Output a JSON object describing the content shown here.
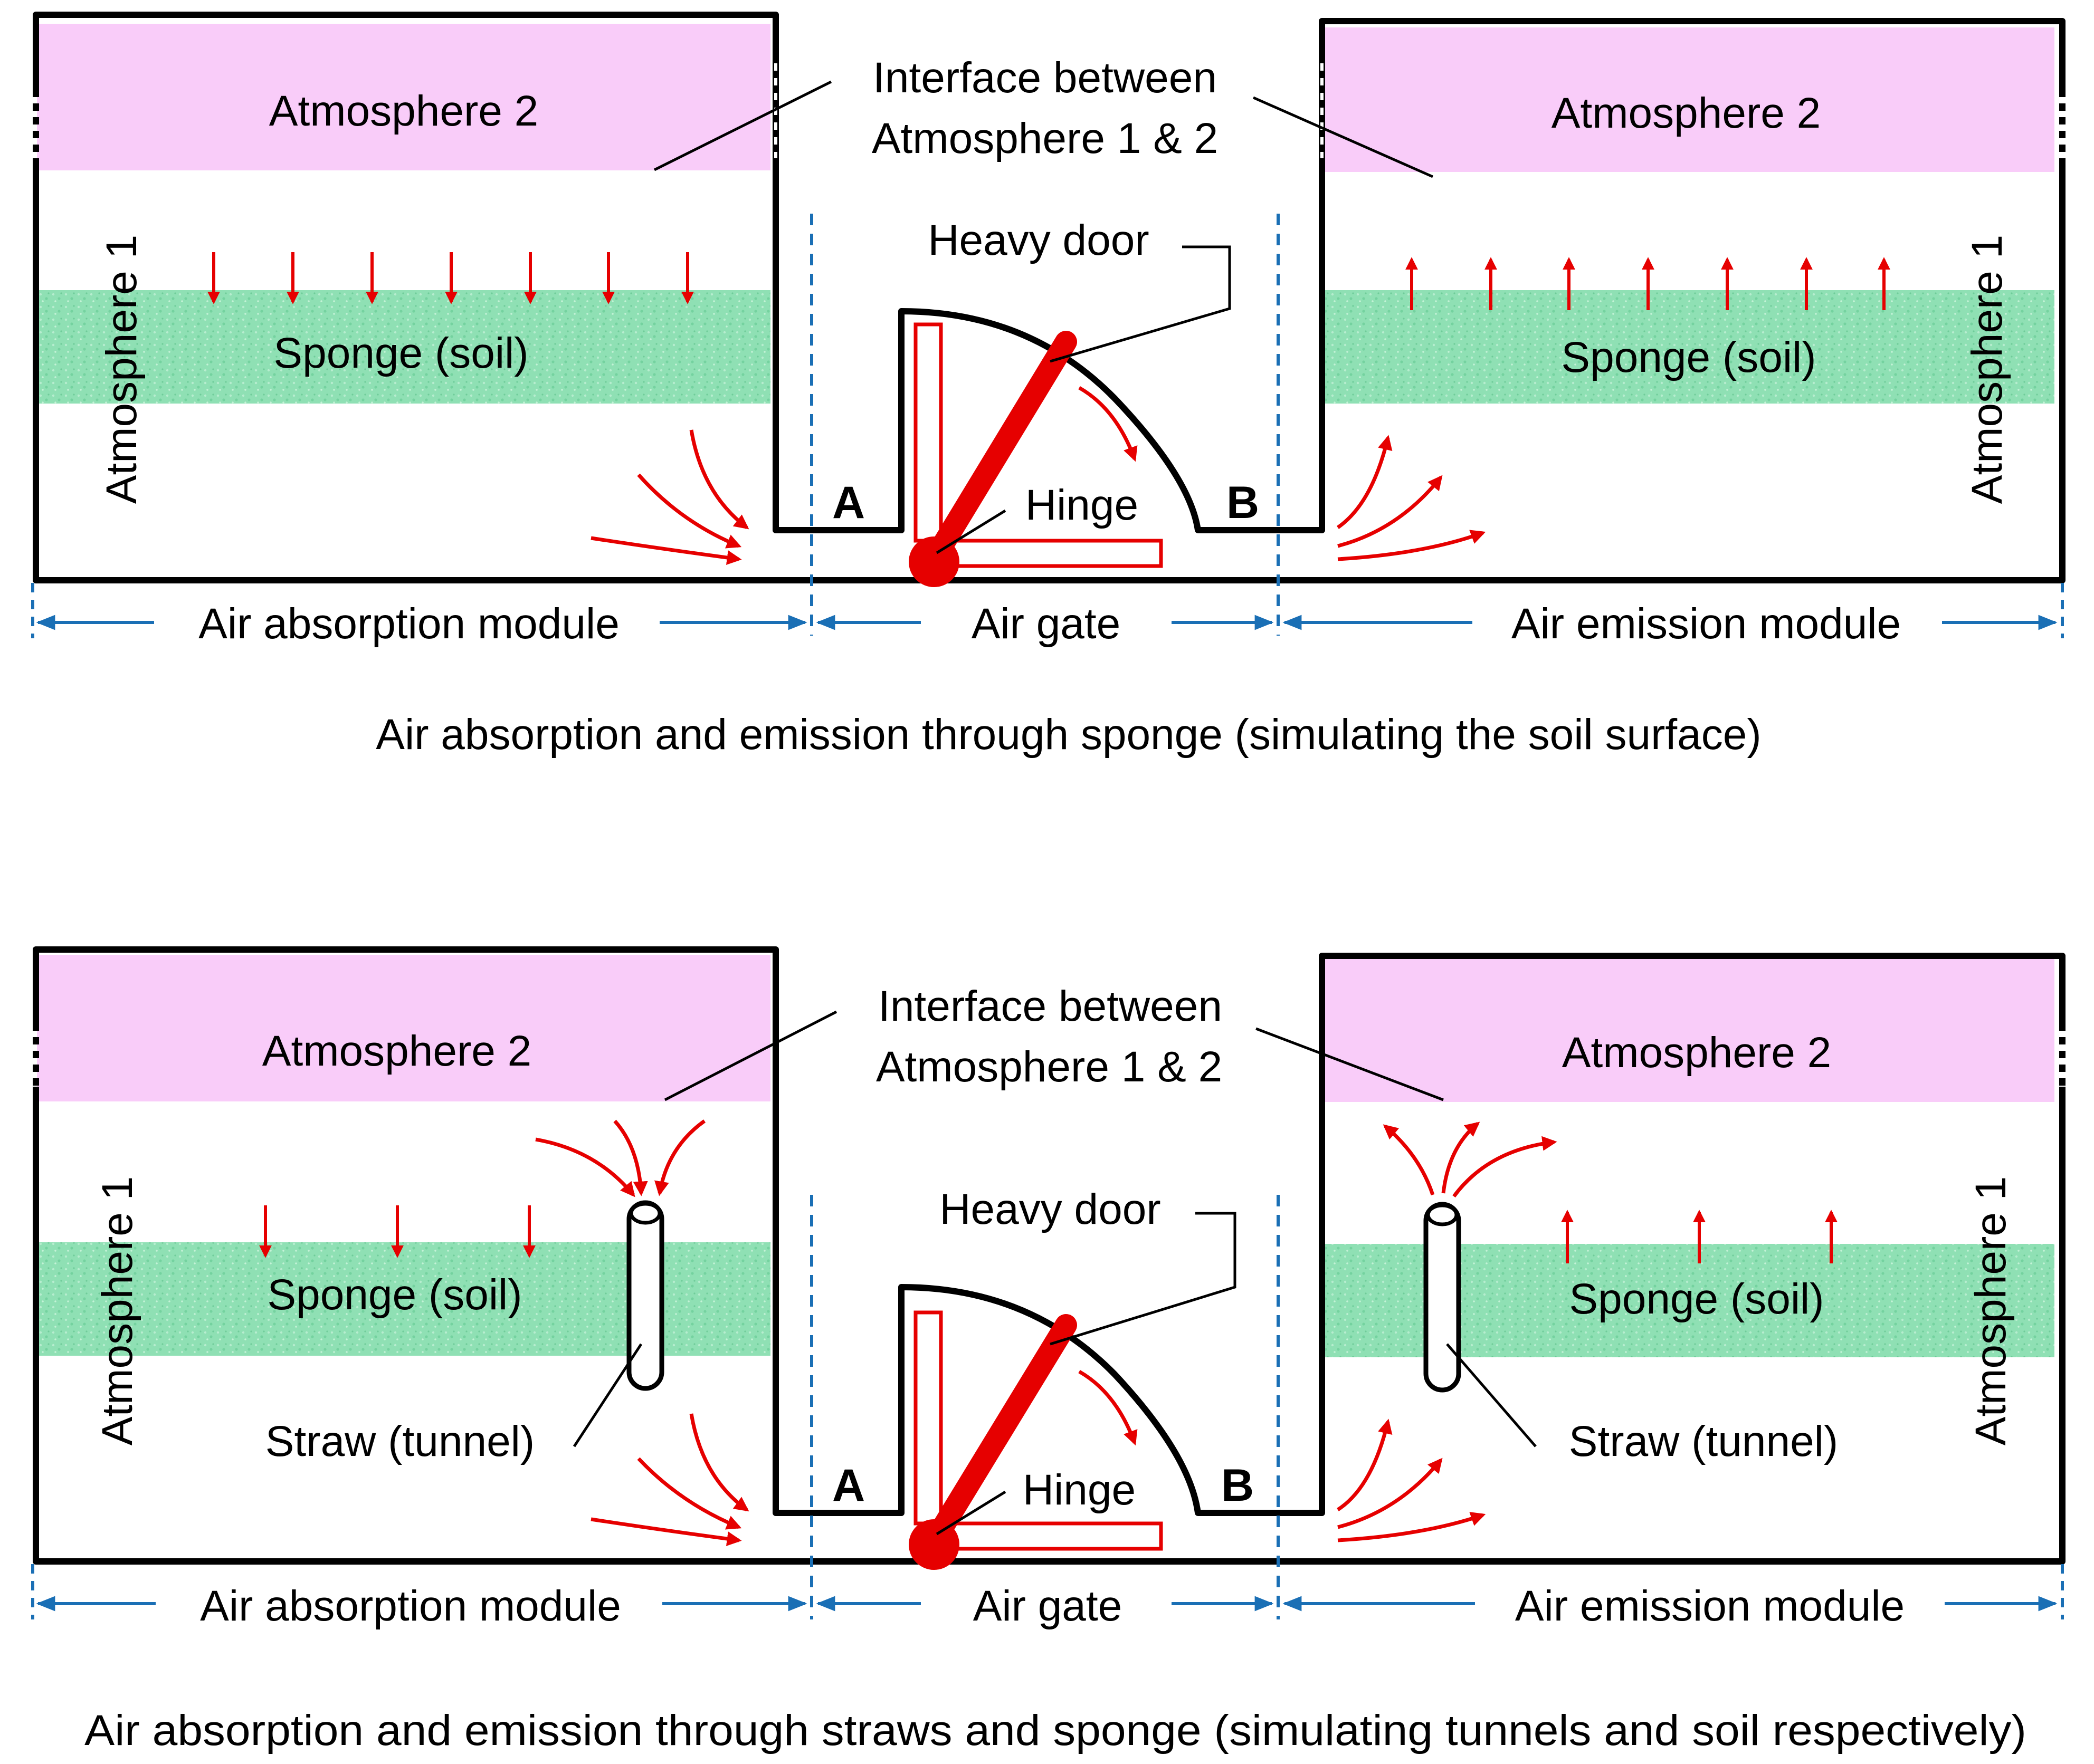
{
  "colors": {
    "atmosphere2": "#f9ccf9",
    "sponge": "#8fe0b4",
    "arrow": "#e60000",
    "dimension": "#1a6fb5",
    "wall": "#000000"
  },
  "panels": [
    {
      "atm2_left": "Atmosphere 2",
      "atm2_right": "Atmosphere 2",
      "atm1_left": "Atmosphere 1",
      "atm1_right": "Atmosphere 1",
      "sponge_left": "Sponge (soil)",
      "sponge_right": "Sponge (soil)",
      "interface_line1": "Interface between",
      "interface_line2": "Atmosphere 1 & 2",
      "heavy_door": "Heavy door",
      "hinge": "Hinge",
      "point_a": "A",
      "point_b": "B",
      "dim_absorption": "Air absorption module",
      "dim_gate": "Air gate",
      "dim_emission": "Air emission module",
      "caption": "Air absorption and emission through sponge (simulating the soil surface)"
    },
    {
      "atm2_left": "Atmosphere 2",
      "atm2_right": "Atmosphere 2",
      "atm1_left": "Atmosphere 1",
      "atm1_right": "Atmosphere 1",
      "sponge_left": "Sponge (soil)",
      "sponge_right": "Sponge (soil)",
      "interface_line1": "Interface between",
      "interface_line2": "Atmosphere 1 & 2",
      "heavy_door": "Heavy door",
      "hinge": "Hinge",
      "point_a": "A",
      "point_b": "B",
      "straw_left": "Straw (tunnel)",
      "straw_right": "Straw (tunnel)",
      "dim_absorption": "Air absorption module",
      "dim_gate": "Air gate",
      "dim_emission": "Air emission module",
      "caption": "Air absorption and emission through straws and sponge (simulating tunnels and soil respectively)"
    }
  ]
}
